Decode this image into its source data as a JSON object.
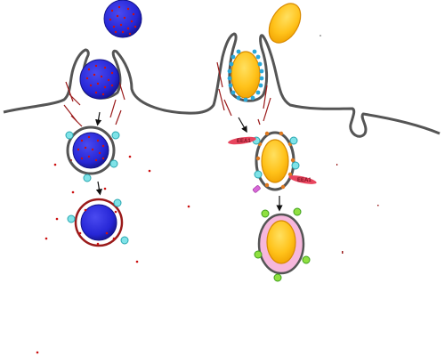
{
  "labels": {
    "receptor_tag_top": "EEA1",
    "receptor_tag_right": "EEA1"
  },
  "colors": {
    "membrane": "#555555",
    "blue_particle": "#2626d6",
    "blue_particle_dark": "#14148a",
    "red_cargo": "#cc1111",
    "yellow_particle": "#ffc21a",
    "yellow_particle_edge": "#d88a00",
    "cyan_protein": "#7fe3e8",
    "cyan_protein_edge": "#2aa6b0",
    "blue_coat": "#2aa8d8",
    "orange_marker": "#e07a20",
    "pink_vesicle": "#f6b7dc",
    "green_marker": "#8fe040",
    "green_marker_edge": "#3f9e1c",
    "magenta_tag": "#d868d8",
    "eea1_tag": "#e8455e",
    "actin": "#9a1a1a",
    "arrow": "#111111"
  },
  "icons": {
    "pathway_left": "macropinocytosis-pathway",
    "pathway_right": "phagocytosis-pathway",
    "arrow": "down-arrow-icon"
  }
}
